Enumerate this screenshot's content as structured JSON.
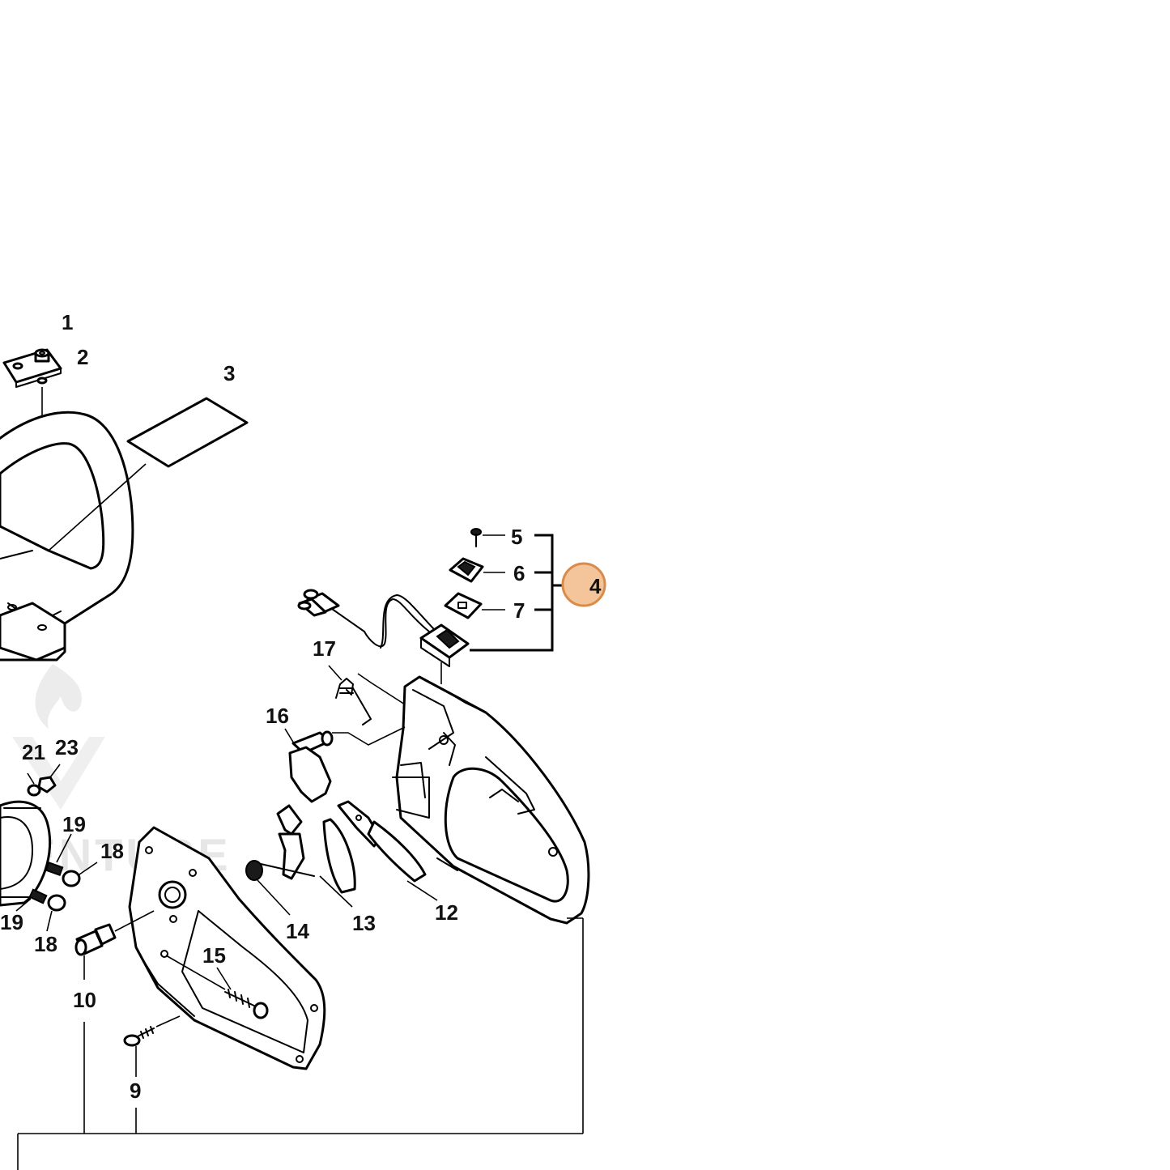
{
  "highlight_color": "#f4c49a",
  "highlight_stroke": "#d98b4a",
  "watermark": "VENTURE",
  "callouts": {
    "c1": "1",
    "c2": "2",
    "c3": "3",
    "c4": "4",
    "c5": "5",
    "c6": "6",
    "c7": "7",
    "c9": "9",
    "c10": "10",
    "c12": "12",
    "c13": "13",
    "c14": "14",
    "c15": "15",
    "c16": "16",
    "c17": "17",
    "c18a": "18",
    "c18b": "18",
    "c19a": "19",
    "c19b": "19",
    "c21": "21",
    "c23": "23"
  }
}
